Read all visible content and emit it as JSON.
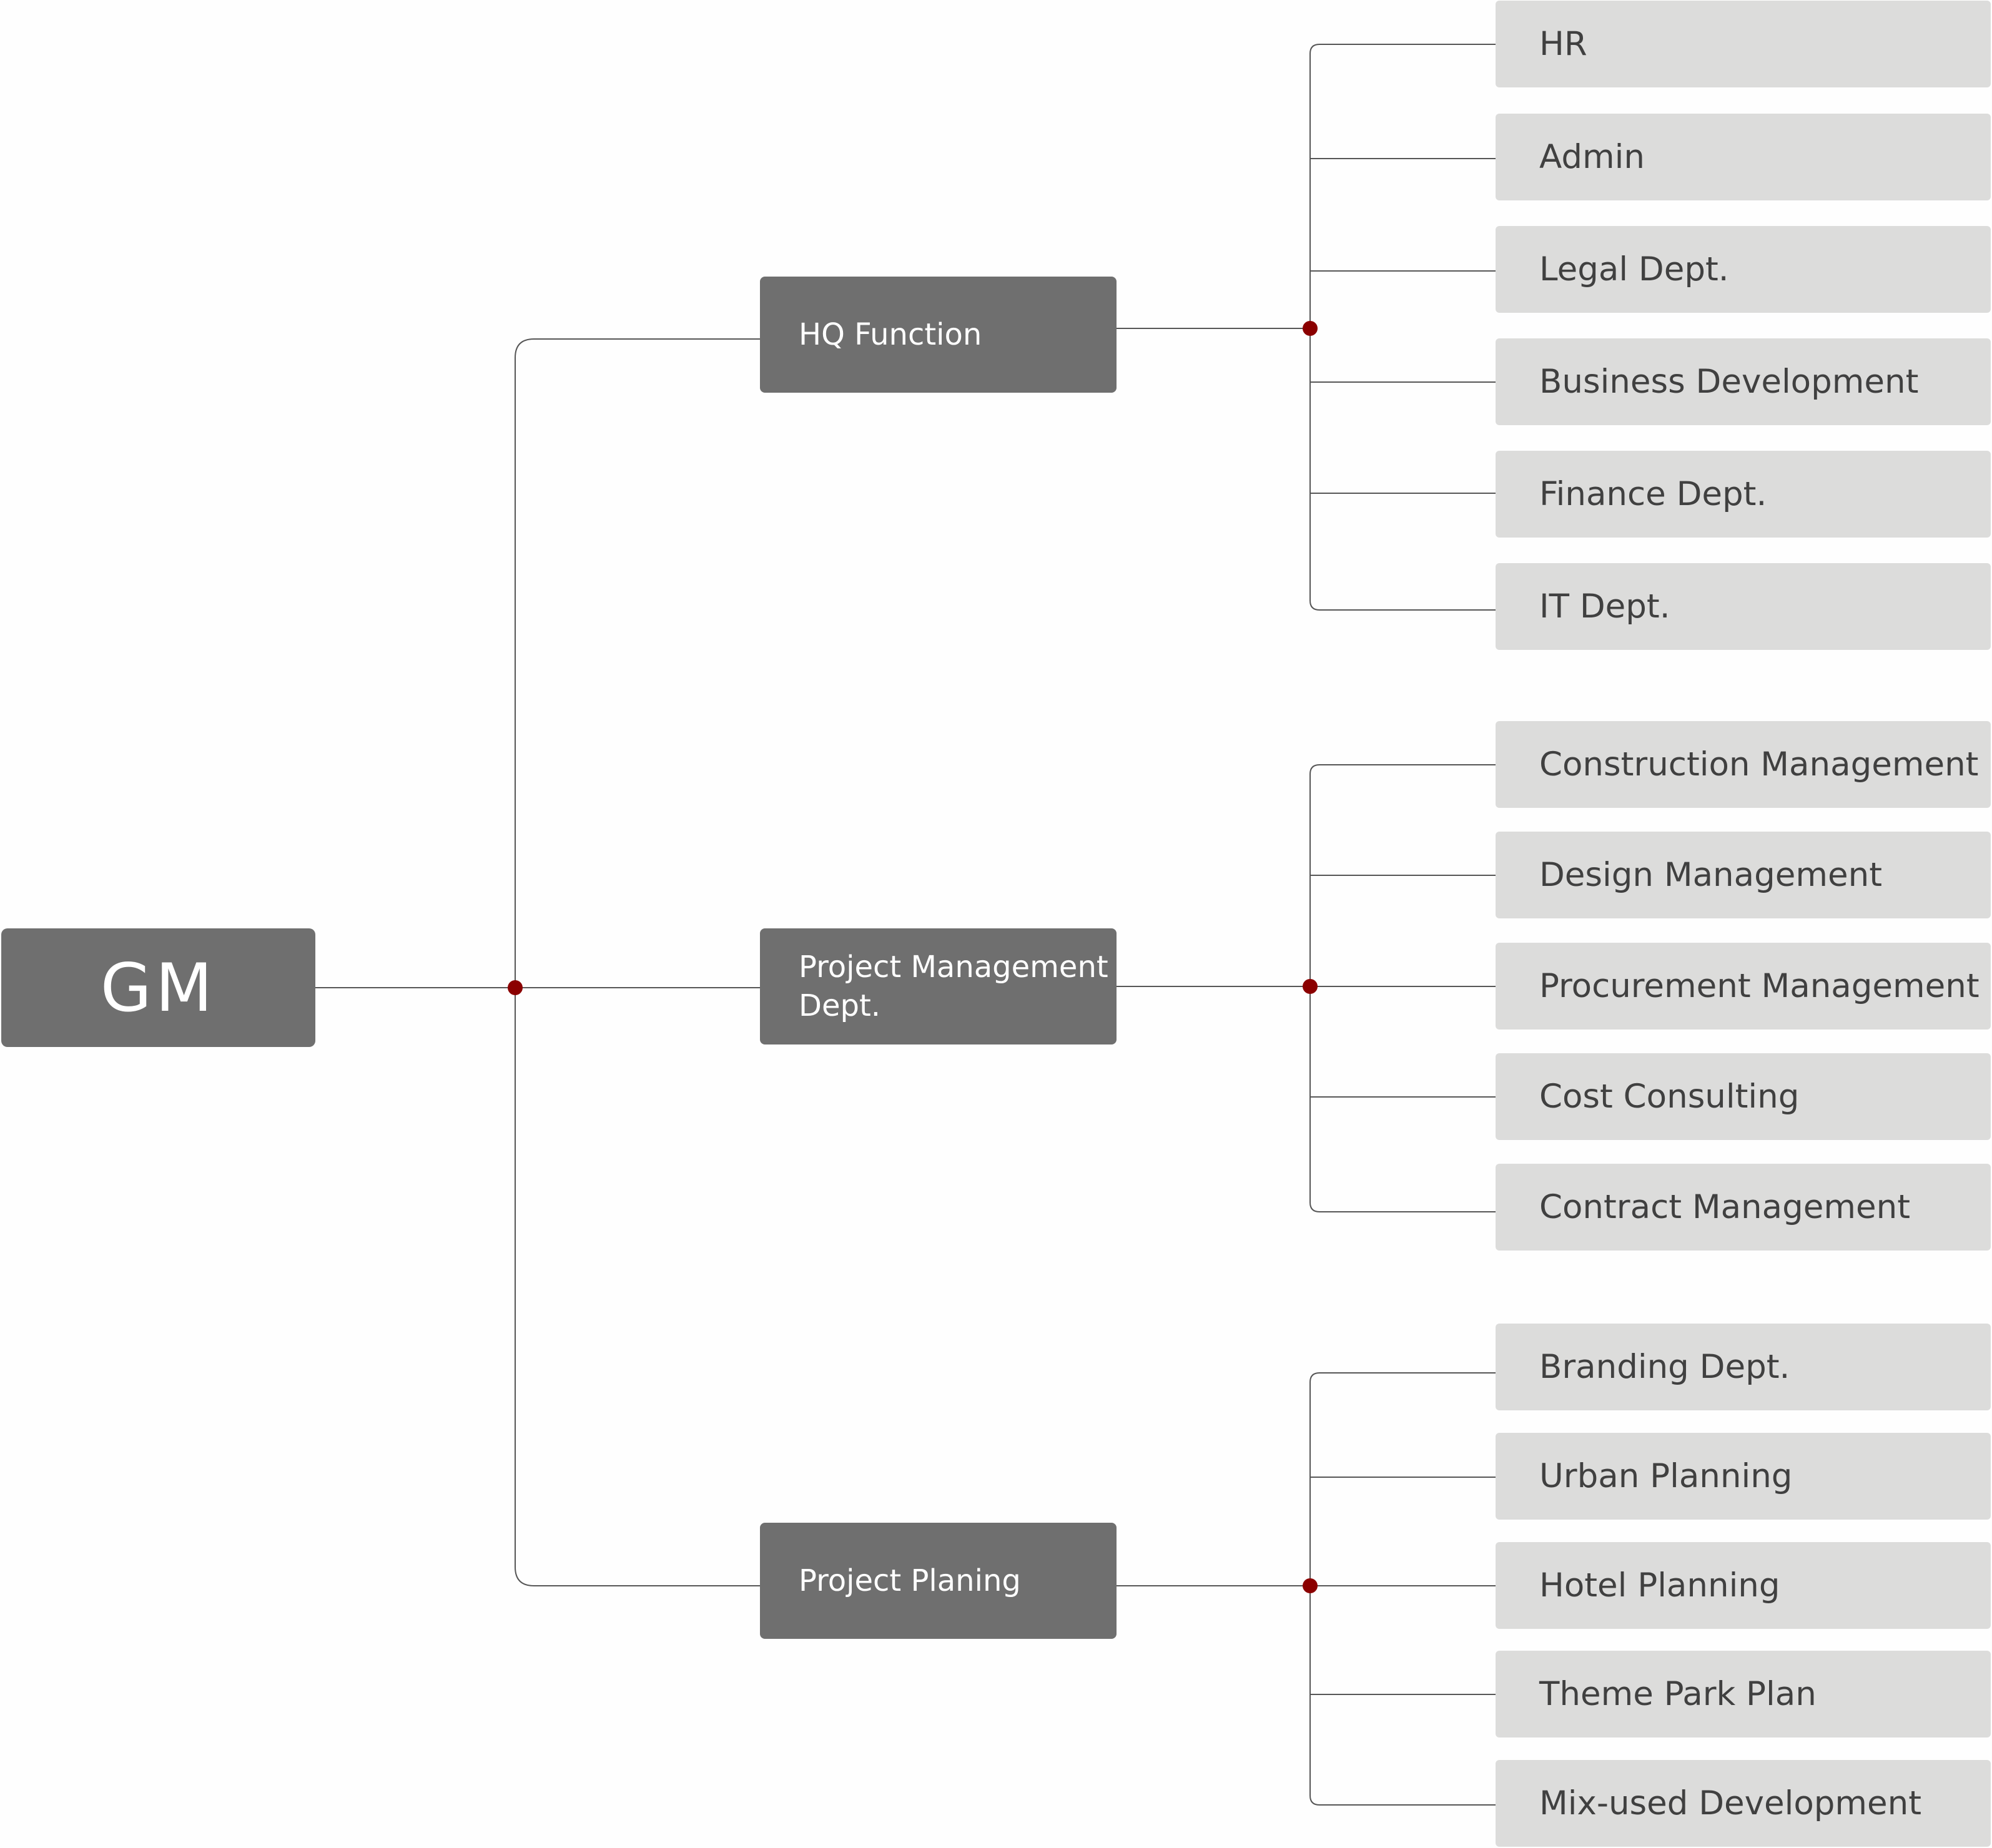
{
  "colors": {
    "node_dark": "#6f6f6f",
    "node_light": "#dcdcdb",
    "text_light": "#ffffff",
    "text_dark": "#404040",
    "line": "#555555",
    "junction": "#8b0000",
    "background": "#fefefe"
  },
  "root": {
    "label": "GM"
  },
  "branches": [
    {
      "label": "HQ Function",
      "children": [
        "HR",
        "Admin",
        "Legal Dept.",
        "Business Development",
        "Finance Dept.",
        "IT Dept."
      ]
    },
    {
      "label": "Project Management\nDept.",
      "children": [
        "Construction Management",
        "Design Management",
        "Procurement Management",
        "Cost Consulting",
        "Contract Management"
      ]
    },
    {
      "label": "Project Planing",
      "children": [
        "Branding Dept.",
        "Urban Planning",
        "Hotel Planning",
        "Theme Park Plan",
        "Mix-used Development"
      ]
    }
  ]
}
